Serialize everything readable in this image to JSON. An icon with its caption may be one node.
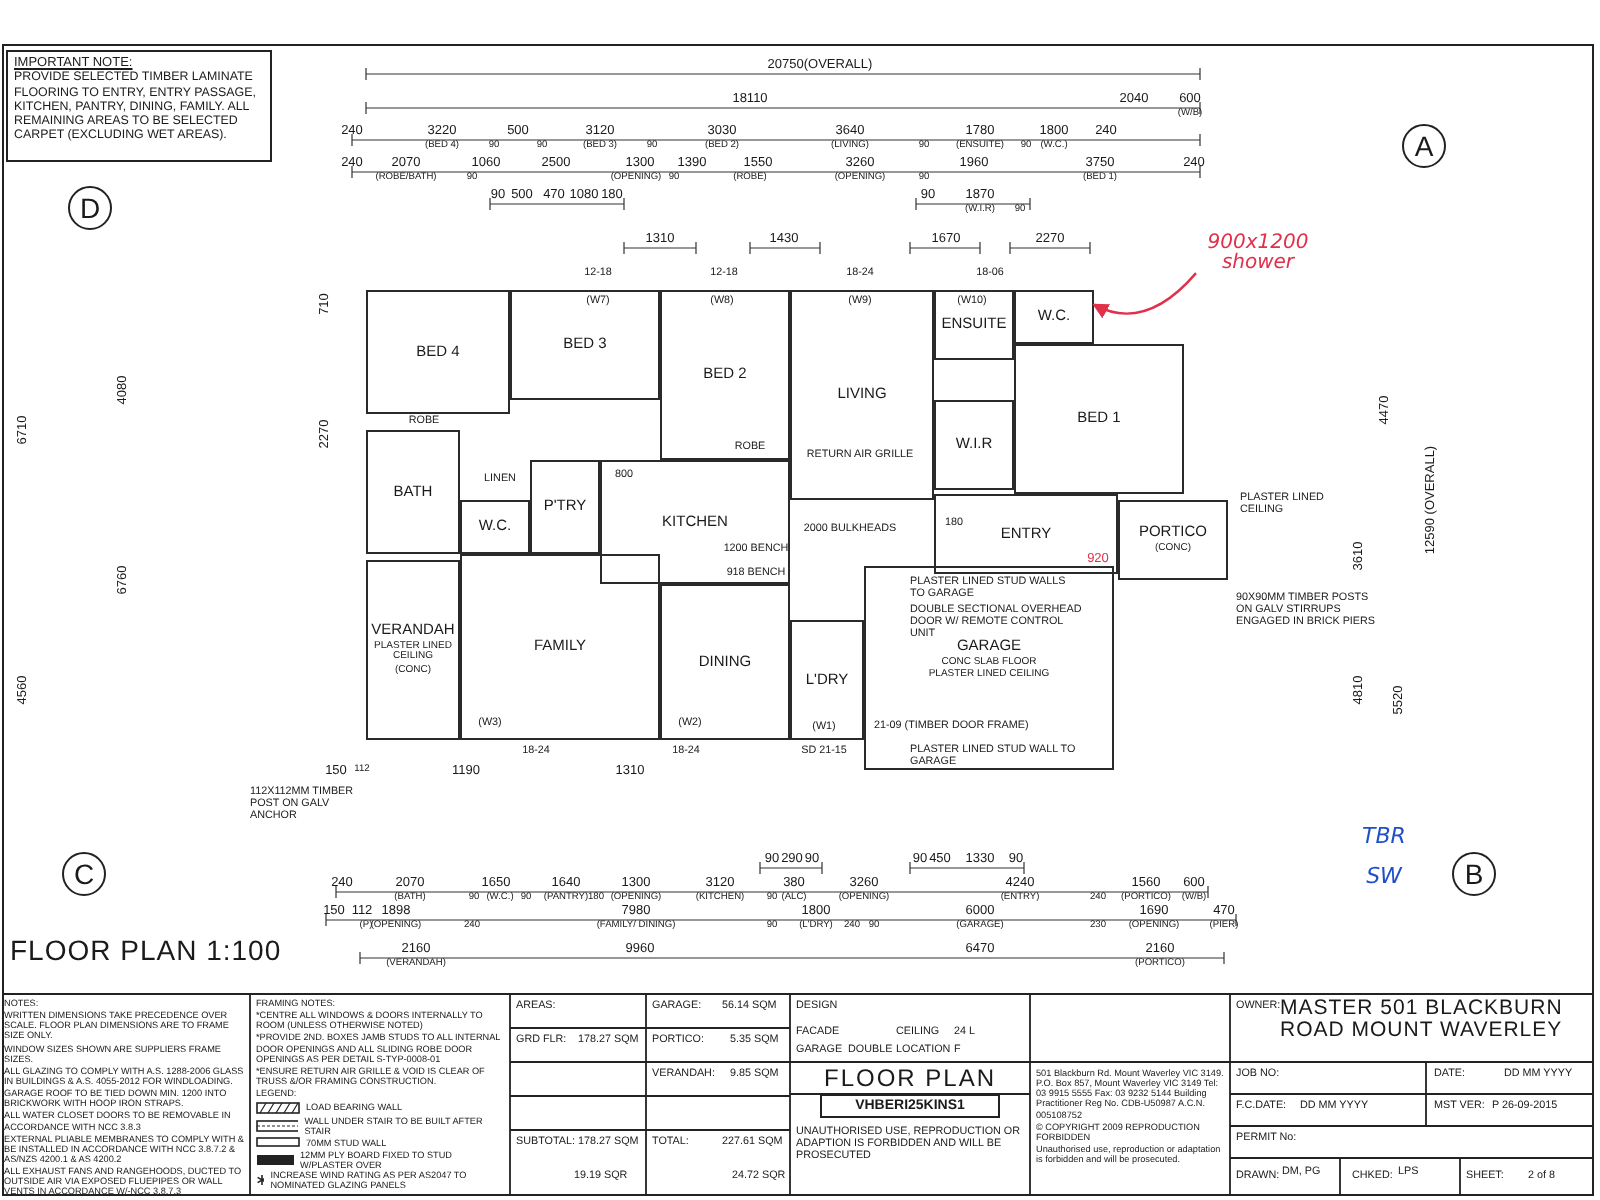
{
  "diagram": {
    "title": "FLOOR PLAN 1:100",
    "nodes": [
      {
        "text": [
          "IMPORTANT NOTE:",
          "PROVIDE SELECTED TIMBER LAMINATE FLOORING TO ENTRY, ENTRY PASSAGE, KITCHEN, PANTRY, DINING, FAMILY. ALL REMAINING AREAS TO BE SELECTED CARPET (EXCLUDING WET AREAS)."
        ]
      },
      {
        "text": [
          "BED 4"
        ]
      },
      {
        "text": [
          "BED 3"
        ]
      },
      {
        "text": [
          "BED 2"
        ]
      },
      {
        "text": [
          "LIVING"
        ]
      },
      {
        "text": [
          "ENSUITE"
        ]
      },
      {
        "text": [
          "W.C."
        ]
      },
      {
        "text": [
          "BED 1"
        ]
      },
      {
        "text": [
          "W.I.R"
        ]
      },
      {
        "text": [
          "BATH"
        ]
      },
      {
        "text": [
          "W.C."
        ]
      },
      {
        "text": [
          "P'TRY"
        ]
      },
      {
        "text": [
          "KITCHEN"
        ]
      },
      {
        "text": [
          "ENTRY"
        ]
      },
      {
        "text": [
          "PORTICO",
          "(CONC)"
        ]
      },
      {
        "text": [
          "VERANDAH",
          "PLASTER LINED CEILING",
          "(CONC)"
        ]
      },
      {
        "text": [
          "FAMILY"
        ]
      },
      {
        "text": [
          "DINING"
        ]
      },
      {
        "text": [
          "L'DRY"
        ]
      },
      {
        "text": [
          "GARAGE",
          "CONC SLAB FLOOR",
          "PLASTER LINED CEILING"
        ]
      },
      {
        "text": [
          "900x1200 shower"
        ]
      }
    ],
    "edges": [
      {
        "from": 20,
        "to": 6,
        "arrow": "to",
        "color": "#e0304a"
      }
    ],
    "labels": [
      "20750(OVERALL)",
      "18110",
      "2040",
      "600",
      "(W/B)",
      "240",
      "3220",
      "(BED 4)",
      "90",
      "500",
      "90",
      "3120",
      "(BED 3)",
      "90",
      "3030",
      "(BED 2)",
      "3640",
      "(LIVING)",
      "90",
      "1780",
      "(ENSUITE)",
      "90",
      "1800",
      "(W.C.)",
      "240",
      "240",
      "2070",
      "(ROBE/BATH)",
      "90",
      "1060",
      "2500",
      "1300",
      "(OPENING)",
      "90",
      "1390",
      "1550",
      "(ROBE)",
      "3260",
      "(OPENING)",
      "90",
      "1960",
      "3750",
      "(BED 1)",
      "240",
      "90",
      "500",
      "470",
      "1080",
      "180",
      "90",
      "1870",
      "(W.I.R)",
      "90",
      "1310",
      "1430",
      "1670",
      "2270",
      "12-18",
      "12-18",
      "18-24",
      "18-06",
      "(W7)",
      "(W8)",
      "(W9)",
      "(W10)",
      "ROBE",
      "ROBE",
      "LINEN",
      "RETURN AIR GRILLE",
      "2000 BULKHEADS",
      "800",
      "1200 BENCH",
      "918 BENCH",
      "180",
      "920",
      "(W3)",
      "(W2)",
      "(W1)",
      "18-24",
      "18-24",
      "SD 21-15",
      "150",
      "112",
      "1190",
      "1310",
      "112X112MM TIMBER POST ON GALV ANCHOR",
      "PLASTER LINED STUD WALLS TO GARAGE",
      "DOUBLE SECTIONAL OVERHEAD DOOR W/ REMOTE CONTROL UNIT",
      "21-09 (TIMBER DOOR FRAME)",
      "PLASTER LINED STUD WALL TO GARAGE",
      "PLASTER LINED CEILING",
      "90X90MM TIMBER POSTS ON GALV STIRRUPS ENGAGED IN BRICK PIERS",
      "4470",
      "12590 (OVERALL)",
      "3610",
      "4810",
      "5520",
      "6710",
      "4080",
      "6760",
      "4560",
      "710",
      "2270",
      "A",
      "D",
      "C",
      "B",
      "TBR",
      "SW",
      "90",
      "290",
      "90",
      "90",
      "450",
      "1330",
      "90",
      "240",
      "2070",
      "(BATH)",
      "90",
      "1650",
      "(W.C.)",
      "90",
      "1640",
      "(PANTRY)",
      "180",
      "1300",
      "(OPENING)",
      "3120",
      "(KITCHEN)",
      "90",
      "380",
      "(ALC)",
      "3260",
      "(OPENING)",
      "4240",
      "(ENTRY)",
      "240",
      "1560",
      "(PORTICO)",
      "600",
      "(W/B)",
      "150",
      "112",
      "(P)",
      "1898",
      "(OPENING)",
      "240",
      "7980",
      "(FAMILY/ DINING)",
      "90",
      "1800",
      "(L'DRY)",
      "240",
      "90",
      "6000",
      "(GARAGE)",
      "230",
      "1690",
      "(OPENING)",
      "470",
      "(PIER)",
      "2160",
      "(VERANDAH)",
      "9960",
      "6470",
      "2160",
      "(PORTICO)",
      "NOTES:",
      "WRITTEN DIMENSIONS TAKE PRECEDENCE OVER SCALE. FLOOR PLAN DIMENSIONS ARE TO FRAME SIZE ONLY.",
      "WINDOW SIZES SHOWN ARE SUPPLIERS FRAME SIZES.",
      "ALL GLAZING TO COMPLY WITH A.S. 1288-2006 GLASS IN BUILDINGS & A.S. 4055-2012 FOR WINDLOADING.",
      "GARAGE ROOF TO BE TIED DOWN MIN. 1200 INTO BRICKWORK WITH HOOP IRON STRAPS.",
      "ALL WATER CLOSET DOORS TO BE REMOVABLE IN ACCORDANCE WITH NCC 3.8.3",
      "EXTERNAL PLIABLE MEMBRANES TO COMPLY WITH & BE INSTALLED IN ACCORDANCE WITH NCC 3.8.7.2 & AS/NZS 4200.1 & AS 4200.2",
      "ALL EXHAUST FANS AND RANGEHOODS, DUCTED TO OUTSIDE AIR VIA EXPOSED FLUEPIPES OR WALL VENTS IN ACCORDANCE W/-NCC 3.8.7.3",
      "FRAMING NOTES:",
      "*CENTRE ALL WINDOWS & DOORS INTERNALLY TO ROOM (UNLESS OTHERWISE NOTED)",
      "*PROVIDE 2ND. BOXES JAMB STUDS TO ALL INTERNAL DOOR OPENINGS AND ALL SLIDING ROBE DOOR OPENINGS AS PER DETAIL S-TYP-0008-01",
      "*ENSURE RETURN AIR GRILLE & VOID IS CLEAR OF TRUSS &/OR FRAMING CONSTRUCTION.",
      "LEGEND:",
      "AREAS:",
      "GARAGE:",
      "56.14 SQM",
      "GRD FLR:",
      "178.27 SQM",
      "PORTICO:",
      "5.35 SQM",
      "VERANDAH:",
      "9.85 SQM",
      "SUBTOTAL:",
      "178.27 SQM",
      "TOTAL:",
      "227.61 SQM",
      "19.19 SQR",
      "24.72 SQR",
      "DESIGN",
      "FACADE",
      "CEILING",
      "24 L",
      "GARAGE",
      "DOUBLE",
      "LOCATION",
      "F",
      "FLOOR PLAN",
      "VHBERI25KINS1",
      "UNAUTHORISED USE, REPRODUCTION OR ADAPTION IS FORBIDDEN AND WILL BE PROSECUTED",
      "501 Blackburn Rd. Mount Waverley VIC 3149. P.O. Box 857, Mount Waverley VIC 3149 Tel: 03 9915 5555 Fax: 03 9232 5144 Building Practitioner Reg No. CDB-U50987 A.C.N. 005108752",
      "© COPYRIGHT 2009 REPRODUCTION FORBIDDEN",
      "Unauthorised use, reproduction or adaptation is forbidden and will be prosecuted.",
      "OWNER:",
      "MASTER 501 BLACKBURN ROAD MOUNT WAVERLEY",
      "JOB NO:",
      "DATE:",
      "DD MM YYYY",
      "F.C.DATE:",
      "DD MM YYYY",
      "MST VER:",
      "P 26-09-2015",
      "PERMIT No:",
      "DRAWN:",
      "DM, PG",
      "CHKED:",
      "LPS",
      "SHEET:",
      "2 of 8"
    ],
    "legend": [
      {
        "text": "LOAD BEARING WALL"
      },
      {
        "text": "WALL UNDER STAIR TO BE BUILT AFTER STAIR"
      },
      {
        "text": "70MM STUD WALL"
      },
      {
        "text": "12MM PLY BOARD FIXED TO STUD W/PLASTER OVER"
      },
      {
        "text": "INCREASE WIND RATING AS PER AS2047 TO NOMINATED GLAZING PANELS"
      }
    ]
  }
}
